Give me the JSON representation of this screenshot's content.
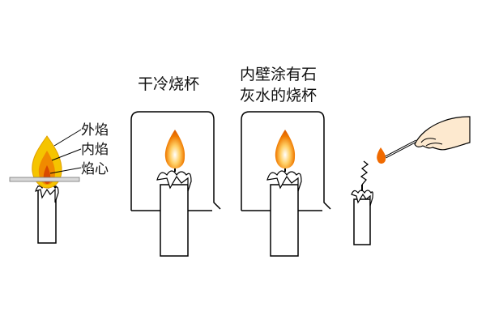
{
  "flame_parts": {
    "outer": "外焰",
    "inner": "内焰",
    "core": "焰心"
  },
  "experiment_labels": {
    "dry_cold_beaker": "干冷烧杯",
    "limewater_beaker_line1": "内壁涂有石",
    "limewater_beaker_line2": "灰水的烧杯"
  },
  "colors": {
    "outline": "#000000",
    "candle_fill": "#ffffff",
    "flame_outer": "#f5c400",
    "flame_inner": "#f08a00",
    "flame_core": "#d84a00",
    "match_head": "#7a2a00",
    "hand_fill": "#fde9cf",
    "match_flame": "#f06a00"
  }
}
